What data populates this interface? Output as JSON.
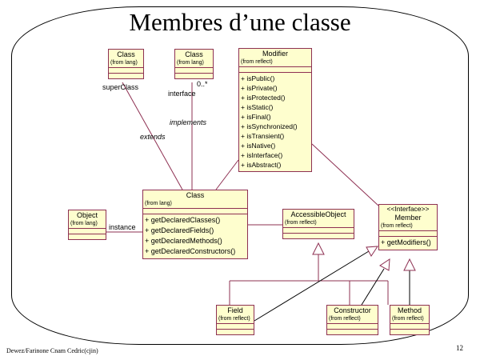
{
  "slide": {
    "title": "Membres d’une classe",
    "footer": "Dewez/Farinone Cnam Cedric(cjin)",
    "page_number": "12"
  },
  "colors": {
    "box_fill": "#FEFECE",
    "box_border": "#8E3052",
    "association_line": "#8E3052",
    "realization_line": "#000000",
    "frame_border": "#000000"
  },
  "uml": {
    "class_super": {
      "name": "Class",
      "from": "(from lang)"
    },
    "class_interface": {
      "name": "Class",
      "from": "(from lang)"
    },
    "modifier": {
      "name": "Modifier",
      "from": "(from reflect)",
      "methods": [
        "+ isPublic()",
        "+ isPrivate()",
        "+ isProtected()",
        "+ isStatic()",
        "+ isFinal()",
        "+ isSynchronized()",
        "+ isTransient()",
        "+ isNative()",
        "+ isInterface()",
        "+ isAbstract()"
      ]
    },
    "class_main": {
      "name": "Class",
      "from": "(from lang)",
      "methods": [
        "+ getDeclaredClasses()",
        "+ getDeclaredFields()",
        "+ getDeclaredMethods()",
        "+ getDeclaredConstructors()"
      ]
    },
    "object": {
      "name": "Object",
      "from": "(from lang)"
    },
    "accessible_object": {
      "name": "AccessibleObject",
      "from": "(from reflect)"
    },
    "member": {
      "stereotype": "<<Interface>>",
      "name": "Member",
      "from": "(from reflect)",
      "methods": [
        "+ getModifiers()"
      ]
    },
    "field": {
      "name": "Field",
      "from": "(from reflect)"
    },
    "constructor": {
      "name": "Constructor",
      "from": "(from reflect)"
    },
    "method": {
      "name": "Method",
      "from": "(from reflect)"
    }
  },
  "labels": {
    "superclass": "superClass",
    "interface": "interface",
    "interface_multiplicity": "0..*",
    "implements": "implements",
    "extends": "extends",
    "instance": "instance"
  }
}
